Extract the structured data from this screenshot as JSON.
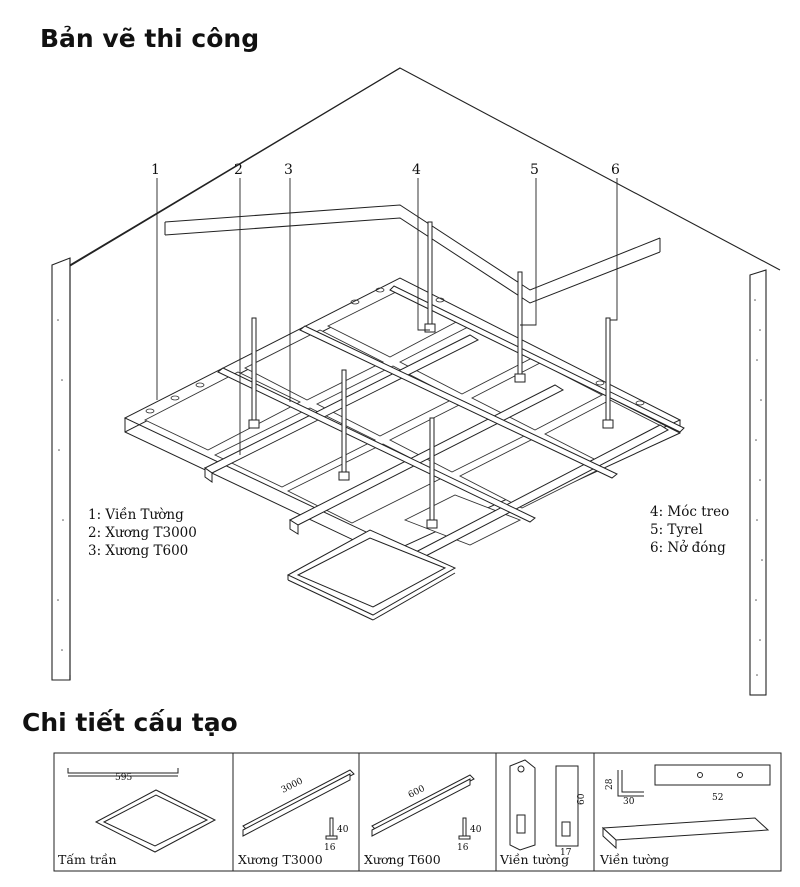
{
  "title": "Bản vẽ thi công",
  "subtitle": "Chi tiết cấu tạo",
  "callouts": [
    "1",
    "2",
    "3",
    "4",
    "5",
    "6"
  ],
  "legend_left": [
    "1: Viền Tường",
    "2: Xương T3000",
    "3: Xương T600"
  ],
  "legend_right": [
    "4: Móc treo",
    "5: Tyrel",
    "6: Nở đóng"
  ],
  "details": [
    {
      "caption": "Tấm trần",
      "dims": [
        "595"
      ]
    },
    {
      "caption": "Xương T3000",
      "dims": [
        "3000",
        "16",
        "40"
      ]
    },
    {
      "caption": "Xương T600",
      "dims": [
        "600",
        "16",
        "40"
      ]
    },
    {
      "caption": "Viền tường",
      "dims": [
        "17",
        "60"
      ]
    },
    {
      "caption": "Viền tường",
      "dims": [
        "28",
        "30",
        "52"
      ]
    }
  ]
}
